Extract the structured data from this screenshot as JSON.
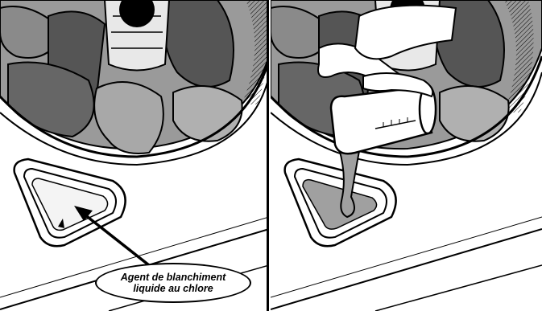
{
  "figure": {
    "panels": [
      {
        "name": "dispenser-location",
        "callout": [
          "Agent de blanchiment",
          "liquide au chlore"
        ]
      },
      {
        "name": "pour-bleach"
      }
    ],
    "colors": {
      "outline": "#000000",
      "clothes_dark": "#555555",
      "clothes_mid": "#8a8a8a",
      "clothes_light": "#b8b8b8",
      "liquid": "#a0a0a0",
      "background": "#ffffff"
    }
  }
}
